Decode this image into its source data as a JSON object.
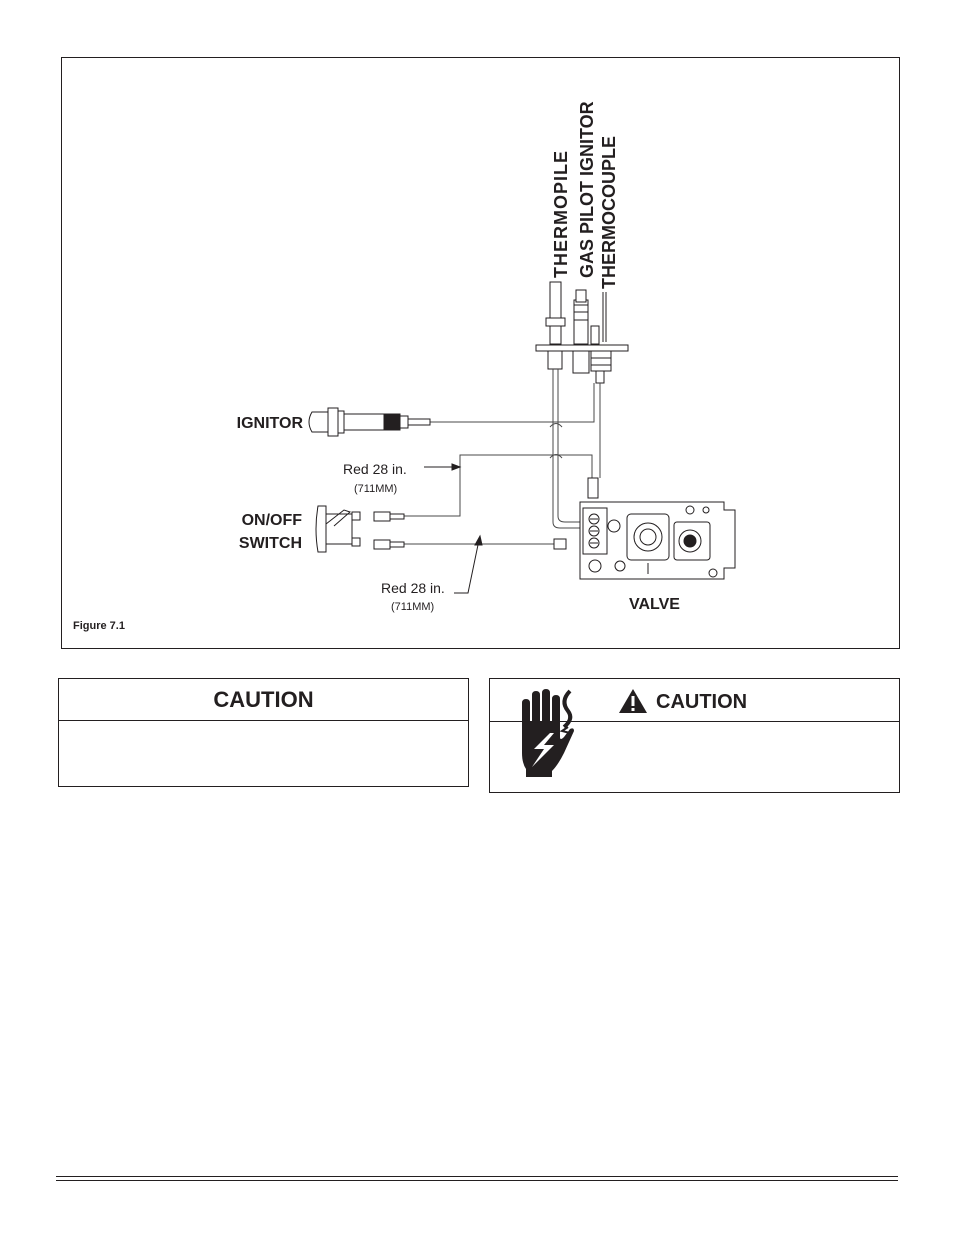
{
  "figure": {
    "caption": "Figure 7.1",
    "labels": {
      "thermopile": "THERMOPILE",
      "gas_pilot_ignitor": "GAS PILOT IGNITOR",
      "thermocouple": "THERMOCOUPLE",
      "ignitor": "IGNITOR",
      "onoff_line1": "ON/OFF",
      "onoff_line2": "SWITCH",
      "red_wire_top": "Red 28 in.",
      "red_wire_top_metric": "(711MM)",
      "red_wire_bottom": "Red 28 in.",
      "red_wire_bottom_metric": "(711MM)",
      "valve": "VALVE"
    }
  },
  "caution_left": {
    "title": "CAUTION"
  },
  "caution_right": {
    "title": "CAUTION",
    "hand_icon": "electric-shock-hand-icon",
    "warning_icon": "warning-triangle-icon"
  },
  "colors": {
    "ink": "#231f20",
    "wire": "#4a4a4a"
  }
}
